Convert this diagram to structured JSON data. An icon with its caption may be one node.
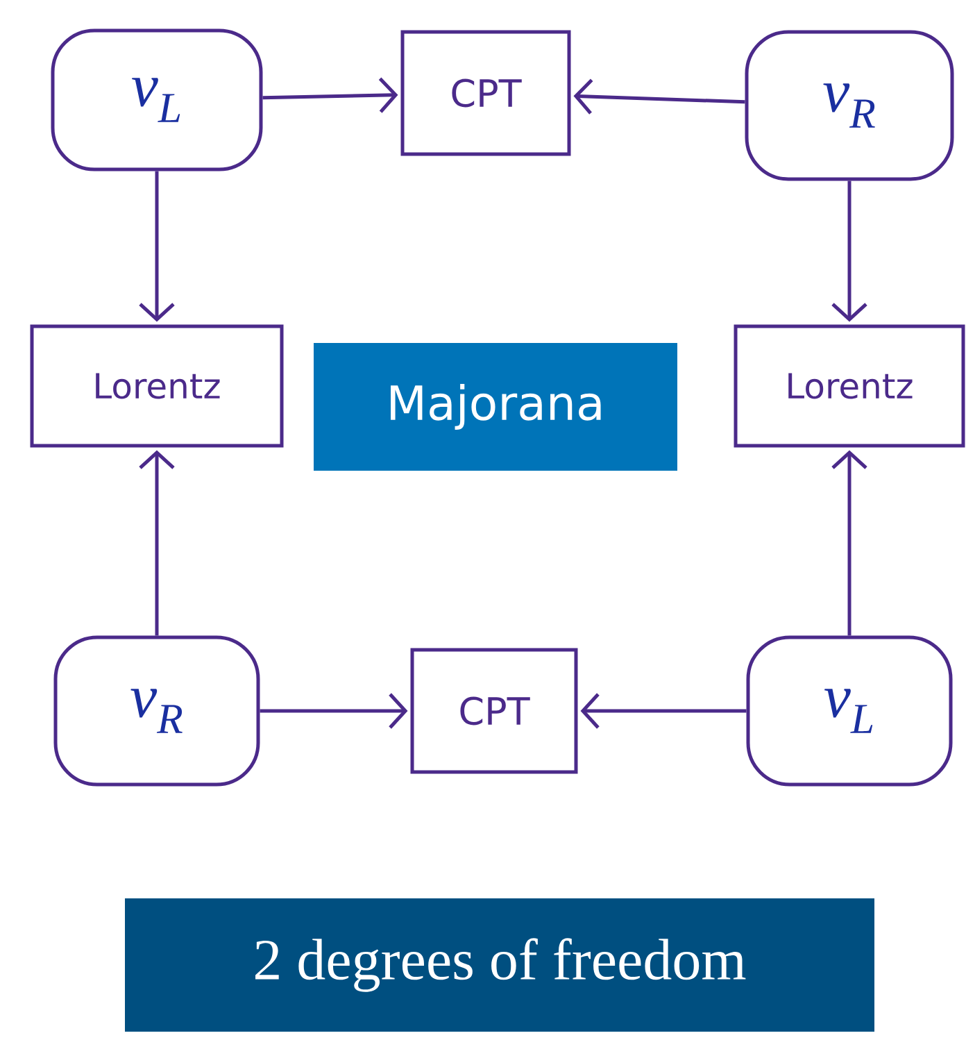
{
  "diagram": {
    "nodes": [
      {
        "text": [
          "ν$_{L}$"
        ]
      },
      {
        "text": [
          "CPT"
        ]
      },
      {
        "text": [
          "ν$_{R}$"
        ]
      },
      {
        "text": [
          "Lorentz"
        ]
      },
      {
        "text": [
          "Majorana"
        ]
      },
      {
        "text": [
          "Lorentz"
        ]
      },
      {
        "text": [
          "ν$_{R}$"
        ]
      },
      {
        "text": [
          "CPT"
        ]
      },
      {
        "text": [
          "ν$_{L}$"
        ]
      },
      {
        "text": [
          "2 degrees of freedom"
        ]
      }
    ],
    "edges": [
      {
        "from": 0,
        "to": 1,
        "arrow": "to"
      },
      {
        "from": 2,
        "to": 1,
        "arrow": "to"
      },
      {
        "from": 0,
        "to": 3,
        "arrow": "to"
      },
      {
        "from": 2,
        "to": 5,
        "arrow": "to"
      },
      {
        "from": 6,
        "to": 3,
        "arrow": "to"
      },
      {
        "from": 8,
        "to": 5,
        "arrow": "to"
      },
      {
        "from": 6,
        "to": 7,
        "arrow": "to"
      },
      {
        "from": 8,
        "to": 7,
        "arrow": "to"
      }
    ]
  }
}
